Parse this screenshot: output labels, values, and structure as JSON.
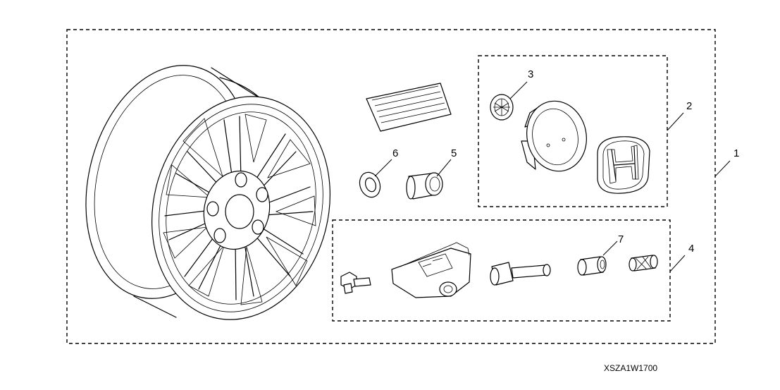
{
  "diagram_code": "XSZA1W1700",
  "callouts": {
    "c1": "1",
    "c2": "2",
    "c3": "3",
    "c4": "4",
    "c5": "5",
    "c6": "6",
    "c7": "7"
  }
}
